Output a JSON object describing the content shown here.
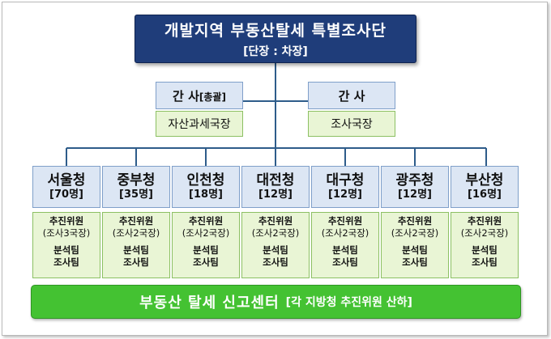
{
  "head": {
    "title": "개발지역 부동산탈세  특별조사단",
    "subtitle": "[단장 : 차장]"
  },
  "staff": [
    {
      "role_main": "간 사",
      "role_note": "[총괄]",
      "holder": "자산과세국장"
    },
    {
      "role_main": "간  사",
      "role_note": "",
      "holder": "조사국장"
    }
  ],
  "regions": [
    {
      "name": "서울청",
      "count": "[70명]",
      "lead": "추진위원",
      "lead_note": "(조사3국장)",
      "team1": "분석팀",
      "team2": "조사팀"
    },
    {
      "name": "중부청",
      "count": "[35명]",
      "lead": "추진위원",
      "lead_note": "(조사2국장)",
      "team1": "분석팀",
      "team2": "조사팀"
    },
    {
      "name": "인천청",
      "count": "[18명]",
      "lead": "추진위원",
      "lead_note": "(조사2국장)",
      "team1": "분석팀",
      "team2": "조사팀"
    },
    {
      "name": "대전청",
      "count": "[12명]",
      "lead": "추진위원",
      "lead_note": "(조사2국장)",
      "team1": "분석팀",
      "team2": "조사팀"
    },
    {
      "name": "대구청",
      "count": "[12명]",
      "lead": "추진위원",
      "lead_note": "(조사2국장)",
      "team1": "분석팀",
      "team2": "조사팀"
    },
    {
      "name": "광주청",
      "count": "[12명]",
      "lead": "추진위원",
      "lead_note": "(조사2국장)",
      "team1": "분석팀",
      "team2": "조사팀"
    },
    {
      "name": "부산청",
      "count": "[16명]",
      "lead": "추진위원",
      "lead_note": "(조사2국장)",
      "team1": "분석팀",
      "team2": "조사팀"
    }
  ],
  "footer": {
    "main": "부동산 탈세 신고센터",
    "sub": "[각 지방청 추진위원 산하]"
  },
  "colors": {
    "navy": "#1f3d7a",
    "light_blue": "#dce6f4",
    "light_green": "#e9f5d5",
    "green": "#44c232",
    "line": "#2e5c8a"
  }
}
